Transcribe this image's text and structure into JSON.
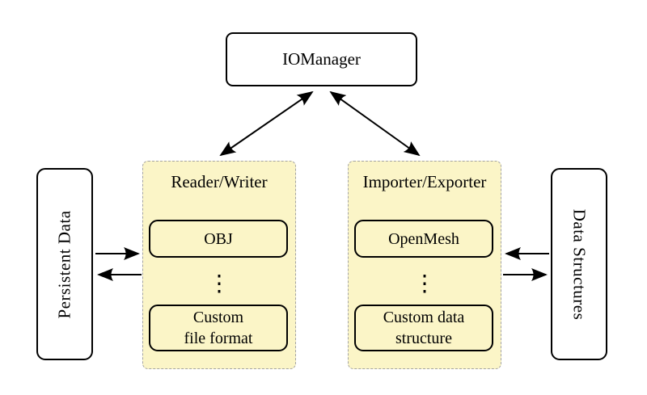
{
  "colors": {
    "background": "#ffffff",
    "panel_fill": "#fbf5c7",
    "panel_border": "#a3a3a3",
    "box_fill": "#ffffff",
    "box_border": "#000000",
    "arrow": "#000000"
  },
  "manager": {
    "label": "IOManager"
  },
  "left_store": {
    "label": "Persistent Data"
  },
  "right_store": {
    "label": "Data Structures"
  },
  "groups": [
    {
      "title": "Reader/Writer",
      "items": [
        {
          "label": "OBJ"
        },
        {
          "label": "⋮"
        },
        {
          "line1": "Custom",
          "line2": "file format"
        }
      ]
    },
    {
      "title": "Importer/Exporter",
      "items": [
        {
          "label": "OpenMesh"
        },
        {
          "label": "⋮"
        },
        {
          "line1": "Custom data",
          "line2": "structure"
        }
      ]
    }
  ],
  "arrows": [
    {
      "from": "IOManager",
      "to": "Reader/Writer",
      "direction": "bidirectional"
    },
    {
      "from": "IOManager",
      "to": "Importer/Exporter",
      "direction": "bidirectional"
    },
    {
      "from": "Persistent Data",
      "to": "Reader/Writer",
      "direction": "right"
    },
    {
      "from": "Reader/Writer",
      "to": "Persistent Data",
      "direction": "left"
    },
    {
      "from": "Data Structures",
      "to": "Importer/Exporter",
      "direction": "left"
    },
    {
      "from": "Importer/Exporter",
      "to": "Data Structures",
      "direction": "right"
    }
  ]
}
